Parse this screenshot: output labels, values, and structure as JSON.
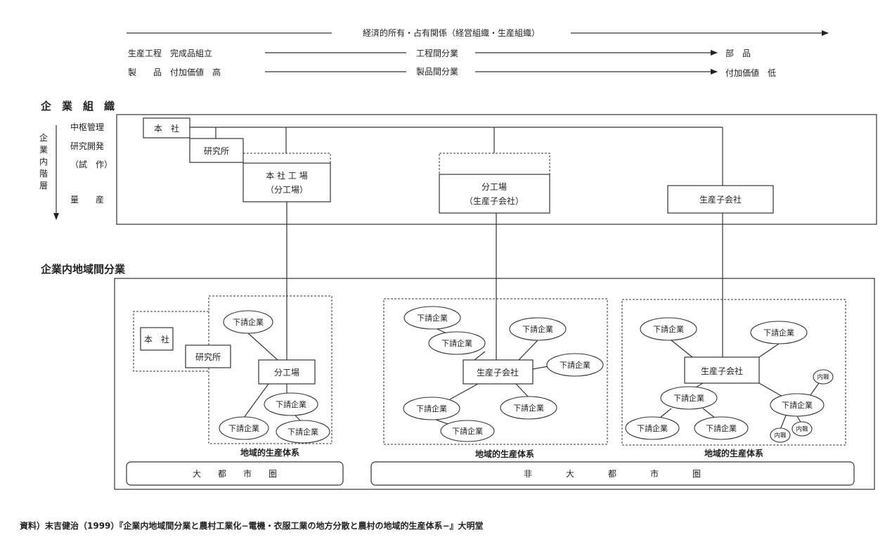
{
  "top_flow": {
    "row1_label": "経済的所有・占有関係（経営組織・生産組織）",
    "row2_left": "生産工程　完成品組立",
    "row2_center": "工程間分業",
    "row2_right": "部　品",
    "row3_left": "製　　品　付加価値　高",
    "row3_center": "製品間分業",
    "row3_right": "付加価値　低"
  },
  "section1": {
    "heading": "企　業　組　織",
    "axis_label": [
      "企",
      "業",
      "内",
      "階",
      "層"
    ],
    "levels": {
      "central": "中枢管理",
      "research": "研究開発",
      "trial": "（試　作）",
      "mass": "量　　産"
    },
    "boxes": {
      "hq": "本　社",
      "lab": "研究所",
      "hq_factory_1": "本 社 工 場",
      "hq_factory_2": "（分工場）",
      "branch_1": "分工場",
      "branch_2": "（生産子会社）",
      "subsidiary": "生産子会社"
    }
  },
  "section2": {
    "heading": "企業内地域間分業",
    "hq": "本　社",
    "lab": "研究所",
    "branch_factory": "分工場",
    "subsidiary": "生産子会社",
    "subcontractor": "下請企業",
    "homework": "内職",
    "system_label": "地域的生産体系",
    "metro": "大　　都　　市　　圏",
    "nonmetro": "非　　　　大　　　　都　　　　市　　　　圏"
  },
  "source": "資料）末吉健治（1999）『企業内地域間分業と農村工業化−電機・衣服工業の地方分散と農村の地域的生産体系−』大明堂"
}
